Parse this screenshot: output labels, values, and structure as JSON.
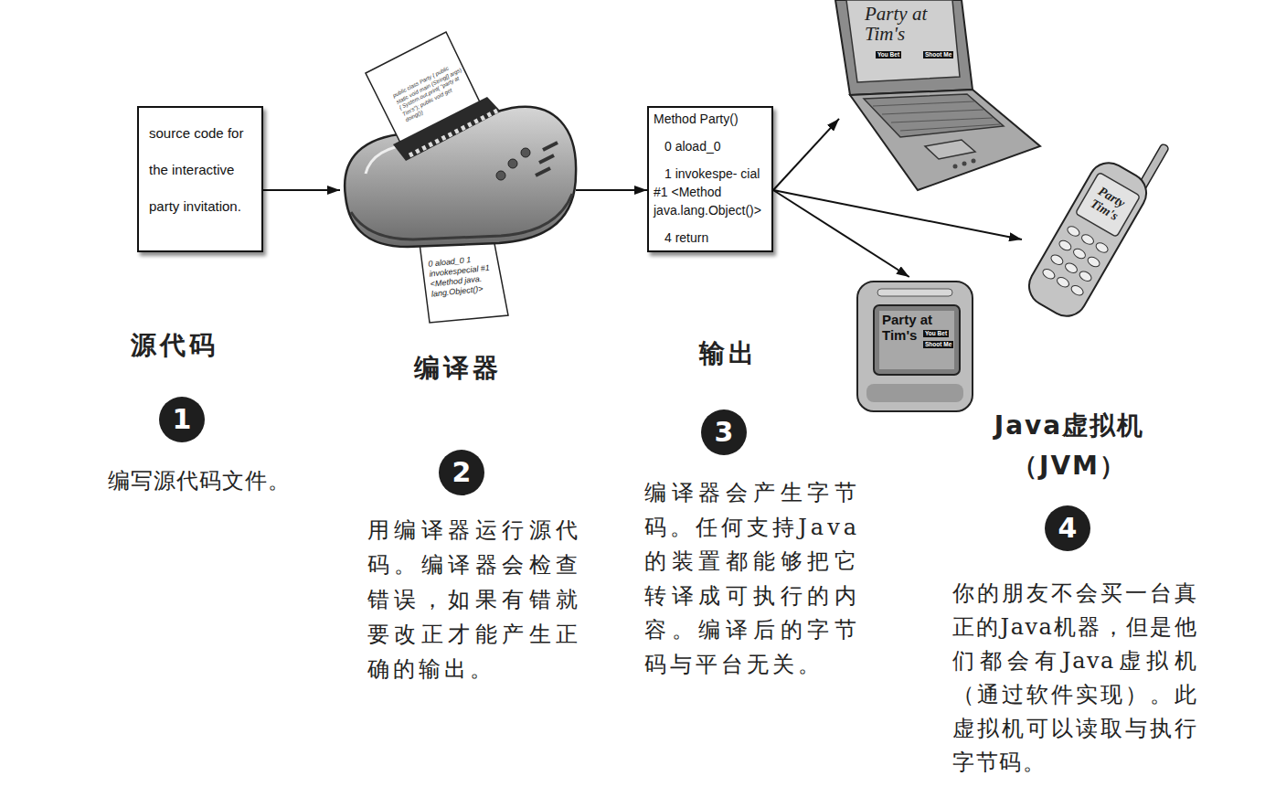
{
  "diagram": {
    "nodes": [
      {
        "text": [
          "source code for the interactive party invitation."
        ]
      },
      {
        "text": [
          "编译器"
        ]
      },
      {
        "text": [
          "Method Party()",
          "0 aload_0",
          "1 invokespe- cial #1 <Method java.lang.Object()>",
          "4 return"
        ]
      },
      {
        "text": [
          "Party at Tim's",
          "You Bet",
          "Shoot Me"
        ]
      },
      {
        "text": [
          "Party Tim's"
        ]
      },
      {
        "text": [
          "Party at Tim's",
          "You Bet",
          "Shoot Me"
        ]
      }
    ],
    "edges": [
      {
        "from": 0,
        "to": 1,
        "arrow": "to"
      },
      {
        "from": 1,
        "to": 2,
        "arrow": "to"
      },
      {
        "from": 2,
        "to": 3,
        "arrow": "to"
      },
      {
        "from": 2,
        "to": 4,
        "arrow": "to"
      },
      {
        "from": 2,
        "to": 5,
        "arrow": "to"
      }
    ],
    "labels": [
      "public class Party { public static void main (String[] args) { System.out.print( \"party at Tim's\"); public void get doing()}",
      "0 aload_0 1 invokespecial #1 <Method java. lang.Object()>",
      "源代码",
      "1",
      "编写源代码文件。",
      "2",
      "用编译器运行源代码。编译器会检查错误，如果有错就要改正才能产生正确的输出。",
      "输出",
      "3",
      "编译器会产生字节码。任何支持Java的装置都能够把它转译成可执行的内容。编译后的字节码与平台无关。",
      "Java虚拟机（JVM）",
      "4",
      "你的朋友不会买一台真正的Java机器，但是他们都会有Java虚拟机（通过软件实现）。此虚拟机可以读取与执行字节码。"
    ]
  }
}
